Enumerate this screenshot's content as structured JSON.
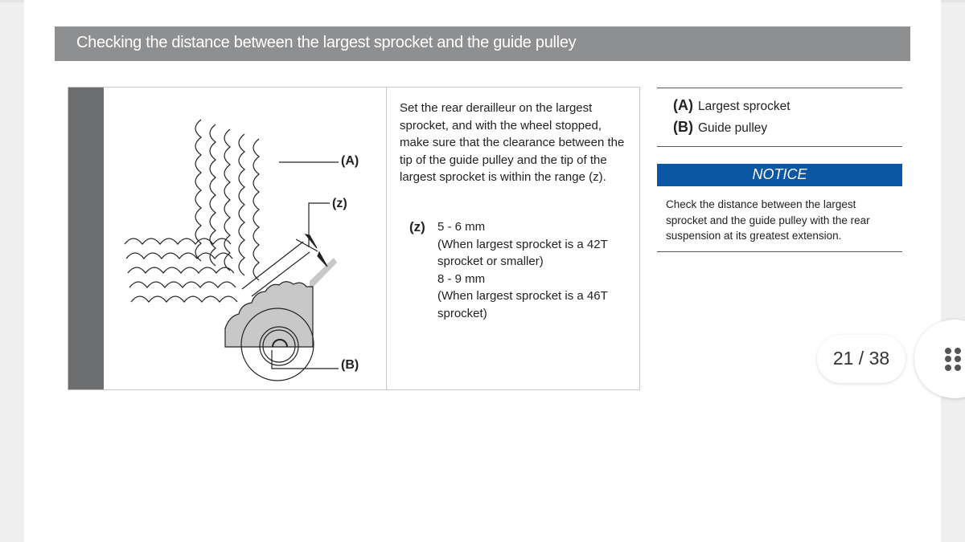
{
  "title": "Checking the distance between the largest sprocket and the guide pulley",
  "figure": {
    "label_a": "(A)",
    "label_z": "(z)",
    "label_b": "(B)"
  },
  "instructions": "Set the rear derailleur on the largest sprocket, and with the wheel stopped, make sure that the clearance between the tip of the guide pulley and the tip of the largest sprocket is within the range (z).",
  "spec": {
    "key": "(z)",
    "lines": [
      "5 - 6 mm",
      "(When largest sprocket is a 42T",
      "sprocket or smaller)",
      "8 - 9 mm",
      "(When largest sprocket is a 46T",
      "sprocket)"
    ]
  },
  "legend": [
    {
      "key": "(A)",
      "text": "Largest sprocket"
    },
    {
      "key": "(B)",
      "text": "Guide pulley"
    }
  ],
  "notice": {
    "heading": "NOTICE",
    "text": "Check the distance between the largest sprocket and the guide pulley with the rear suspension at its greatest extension."
  },
  "pager": {
    "current": "21 / 38"
  },
  "colors": {
    "title_bg": "#8e8f91",
    "notice_bg": "#0b57a4"
  }
}
